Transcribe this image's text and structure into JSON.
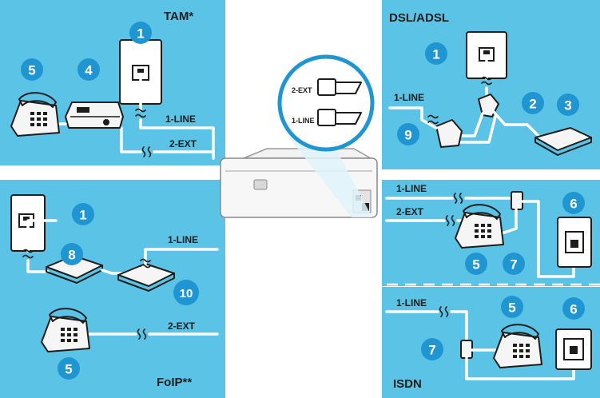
{
  "colors": {
    "panel": "#5bc3e6",
    "badge": "#1f95d2",
    "ink": "#1d1d1b",
    "line": "#ffffff"
  },
  "panels": {
    "tam": {
      "title": "TAM*"
    },
    "dsl": {
      "title": "DSL/ADSL"
    },
    "foip": {
      "title": "FoIP**"
    },
    "isdn": {
      "title": "ISDN"
    }
  },
  "ports": {
    "ext": "2-EXT",
    "line": "1-LINE"
  },
  "lines": {
    "line1": "1-LINE",
    "ext2": "2-EXT"
  },
  "badges": {
    "tam": [
      "1",
      "4",
      "5"
    ],
    "dsl": [
      "1",
      "2",
      "3",
      "9"
    ],
    "foip": [
      "1",
      "8",
      "10",
      "5"
    ],
    "split": [
      "6",
      "5",
      "7"
    ],
    "isdn": [
      "5",
      "6",
      "7"
    ]
  },
  "icons": [
    "wall-jack-icon",
    "telephone-icon",
    "answering-machine-icon",
    "dsl-filter-icon",
    "modem-icon",
    "router-icon",
    "printer-icon",
    "splitter-icon",
    "port-magnifier-icon"
  ]
}
